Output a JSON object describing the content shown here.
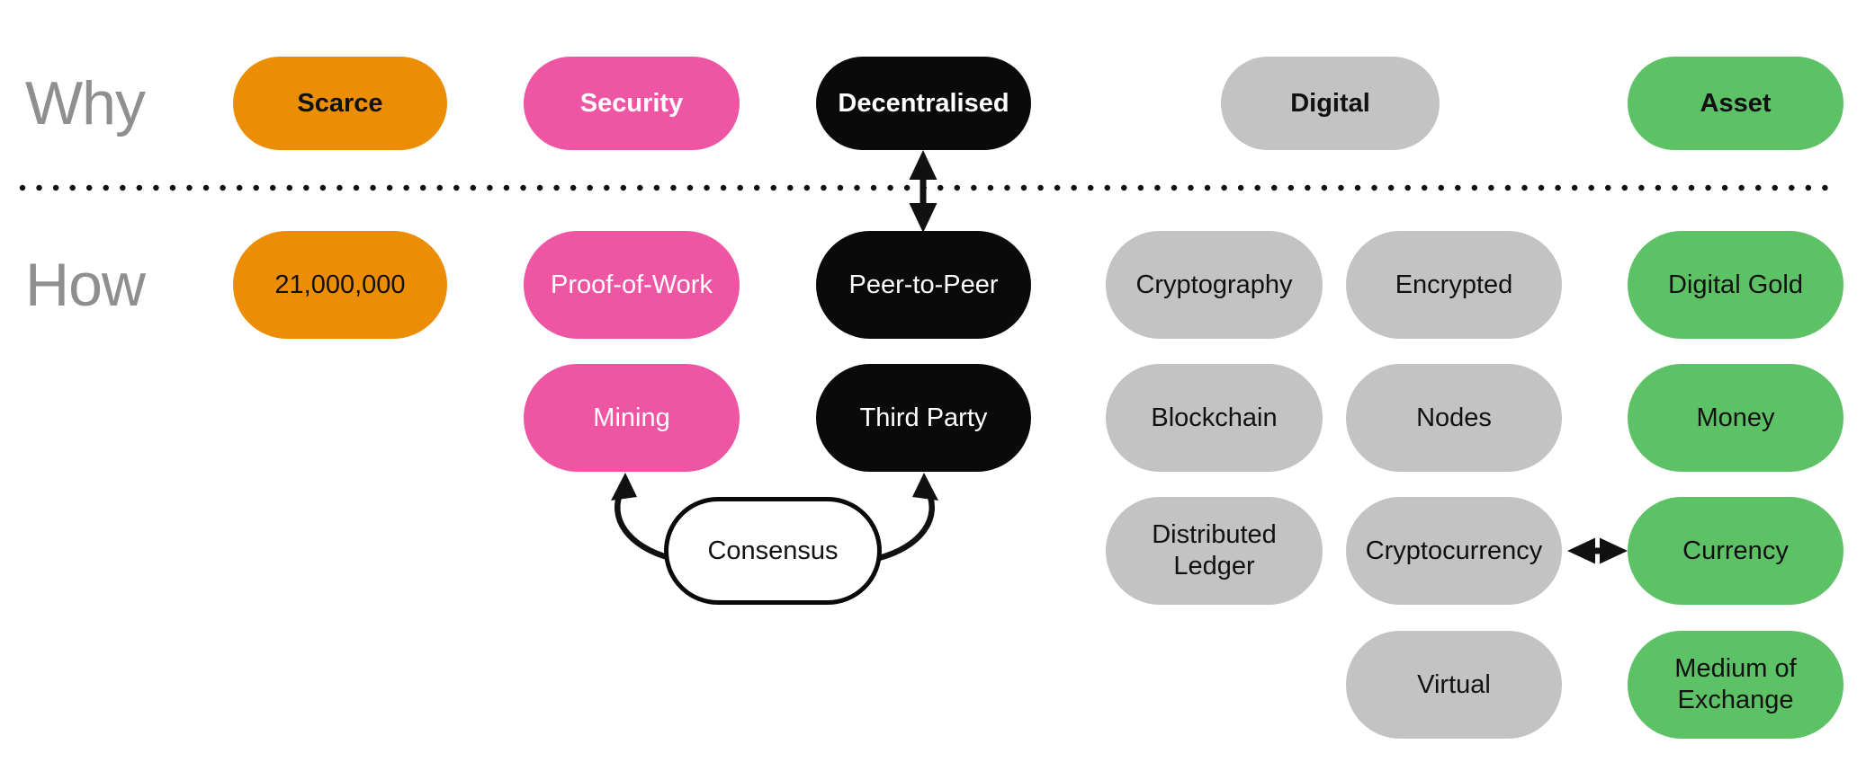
{
  "labels": {
    "why": "Why",
    "how": "How"
  },
  "colors": {
    "orange": "#EB8E06",
    "pink": "#EE56A4",
    "black": "#0A0A0A",
    "gray": "#C3C3C3",
    "green": "#5DC166",
    "label_gray": "#8F8F8F",
    "connector": "#111111"
  },
  "pills": [
    {
      "label": "Scarce",
      "row": "Why",
      "color": "orange"
    },
    {
      "label": "Security",
      "row": "Why",
      "color": "pink"
    },
    {
      "label": "Decentralised",
      "row": "Why",
      "color": "black"
    },
    {
      "label": "Digital",
      "row": "Why",
      "color": "gray"
    },
    {
      "label": "Asset",
      "row": "Why",
      "color": "green"
    },
    {
      "label": "21,000,000",
      "row": "How",
      "color": "orange"
    },
    {
      "label": "Proof-of-Work",
      "row": "How",
      "color": "pink"
    },
    {
      "label": "Peer-to-Peer",
      "row": "How",
      "color": "black"
    },
    {
      "label": "Cryptography",
      "row": "How",
      "color": "gray"
    },
    {
      "label": "Encrypted",
      "row": "How",
      "color": "gray"
    },
    {
      "label": "Digital Gold",
      "row": "How",
      "color": "green"
    },
    {
      "label": "Mining",
      "row": "How",
      "color": "pink"
    },
    {
      "label": "Third Party",
      "row": "How",
      "color": "black"
    },
    {
      "label": "Blockchain",
      "row": "How",
      "color": "gray"
    },
    {
      "label": "Nodes",
      "row": "How",
      "color": "gray"
    },
    {
      "label": "Money",
      "row": "How",
      "color": "green"
    },
    {
      "label": "Consensus",
      "row": "How",
      "color": "white-outline"
    },
    {
      "label": "Distributed\nLedger",
      "row": "How",
      "color": "gray"
    },
    {
      "label": "Cryptocurrency",
      "row": "How",
      "color": "gray"
    },
    {
      "label": "Currency",
      "row": "How",
      "color": "green"
    },
    {
      "label": "Virtual",
      "row": "How",
      "color": "gray"
    },
    {
      "label": "Medium of\nExchange",
      "row": "How",
      "color": "green"
    }
  ],
  "connections": [
    {
      "from": "Decentralised",
      "to": "Peer-to-Peer",
      "style": "double-headed-vertical"
    },
    {
      "from": "Consensus",
      "to": "Mining",
      "style": "curved-single-head"
    },
    {
      "from": "Consensus",
      "to": "Third Party",
      "style": "curved-single-head"
    },
    {
      "from": "Cryptocurrency",
      "to": "Currency",
      "style": "double-headed-horizontal"
    }
  ]
}
